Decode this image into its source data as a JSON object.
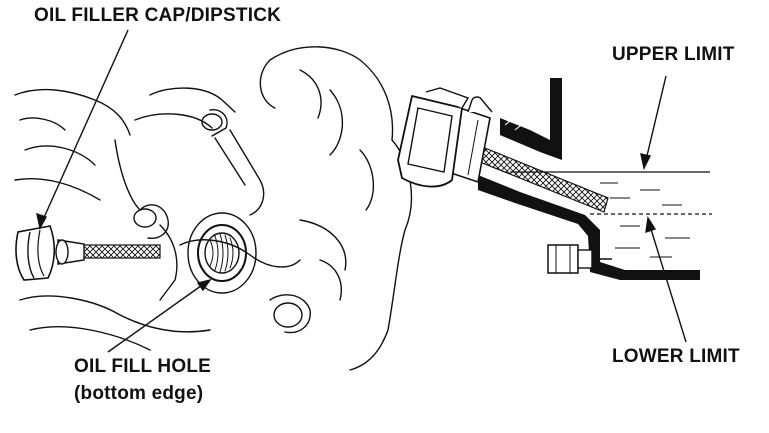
{
  "labels": {
    "filler_cap": "OIL FILLER CAP/DIPSTICK",
    "fill_hole_line1": "OIL FILL HOLE",
    "fill_hole_line2": "(bottom edge)",
    "upper_limit": "UPPER LIMIT",
    "lower_limit": "LOWER LIMIT"
  },
  "colors": {
    "ink": "#111111",
    "background": "#ffffff"
  }
}
